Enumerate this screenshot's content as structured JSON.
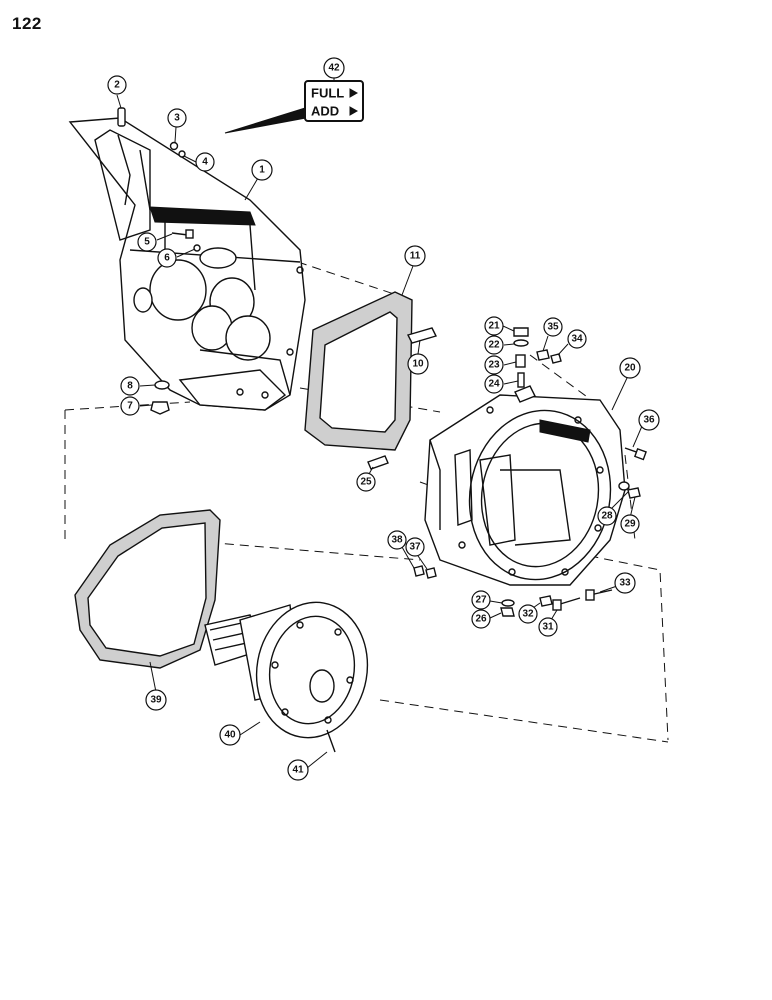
{
  "page_number": "122",
  "tag": {
    "callout": "42",
    "line1": "FULL",
    "line2": "ADD"
  },
  "callouts": [
    "1",
    "2",
    "3",
    "4",
    "5",
    "6",
    "7",
    "8",
    "10",
    "11",
    "20",
    "21",
    "22",
    "23",
    "24",
    "25",
    "26",
    "27",
    "28",
    "29",
    "31",
    "32",
    "33",
    "34",
    "35",
    "36",
    "37",
    "38",
    "39",
    "40",
    "41"
  ]
}
